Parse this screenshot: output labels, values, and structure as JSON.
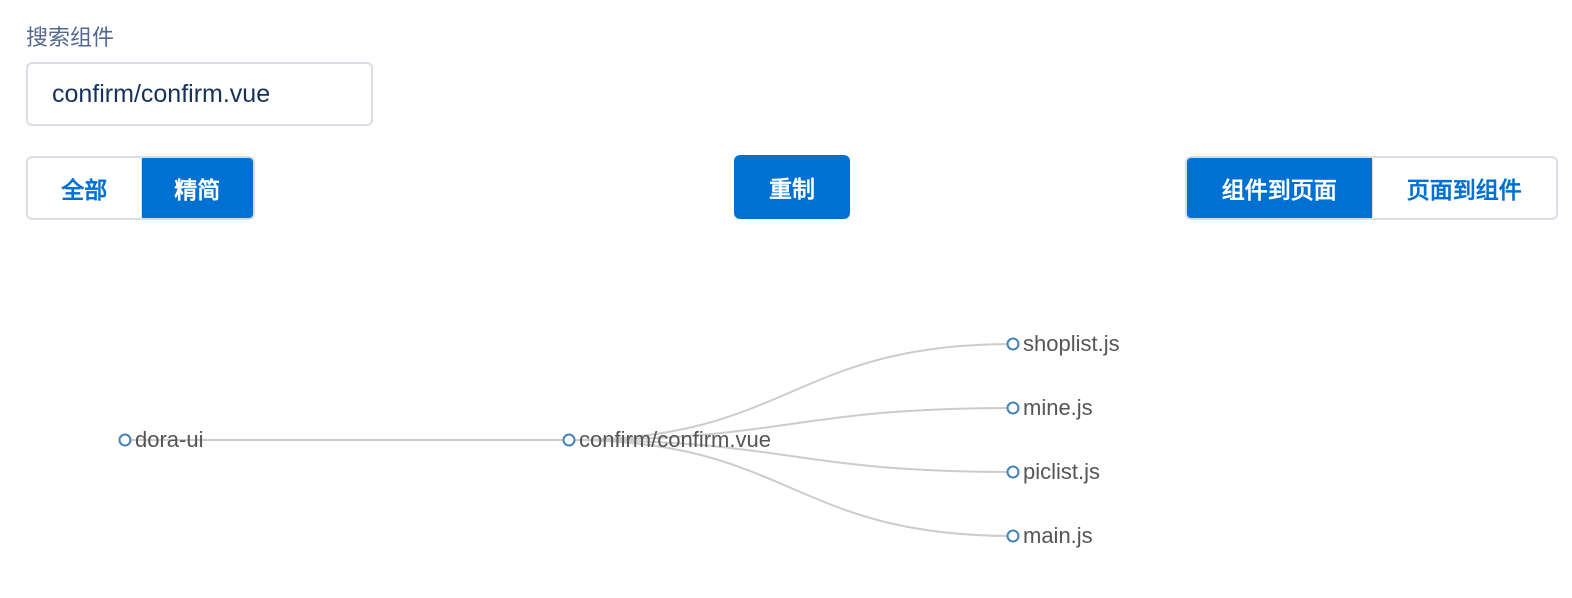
{
  "search": {
    "label": "搜索组件",
    "value": "confirm/confirm.vue",
    "placeholder": ""
  },
  "mode_toggle": {
    "options": [
      {
        "label": "全部",
        "active": false
      },
      {
        "label": "精简",
        "active": true
      }
    ]
  },
  "reset": {
    "label": "重制"
  },
  "direction_toggle": {
    "options": [
      {
        "label": "组件到页面",
        "active": true
      },
      {
        "label": "页面到组件",
        "active": false
      }
    ]
  },
  "colors": {
    "accent": "#0070d2",
    "link": "#cccccc",
    "node_stroke": "#4682b4",
    "label_text": "#555555"
  },
  "tree": {
    "root": {
      "name": "dora-ui",
      "children": [
        {
          "name": "confirm/confirm.vue",
          "children": [
            {
              "name": "shoplist.js"
            },
            {
              "name": "mine.js"
            },
            {
              "name": "piclist.js"
            },
            {
              "name": "main.js"
            }
          ]
        }
      ]
    }
  }
}
